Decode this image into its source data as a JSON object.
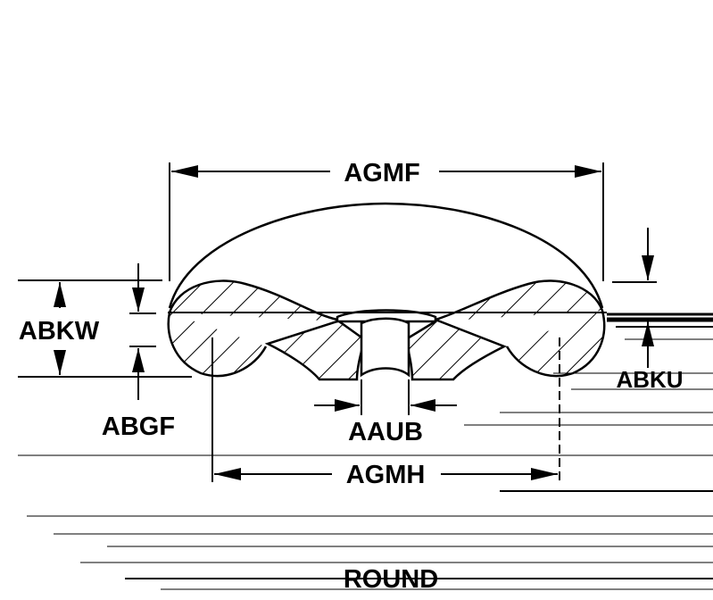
{
  "diagram": {
    "labels": {
      "overall_width": "AGMF",
      "thickness": "ABKW",
      "bottom_offset": "ABGF",
      "hole_diameter": "AAUB",
      "body_width": "AGMH",
      "top_offset": "ABKU",
      "view_caption": "ROUND"
    },
    "colors": {
      "ink": "#000000",
      "paper": "#ffffff"
    }
  }
}
